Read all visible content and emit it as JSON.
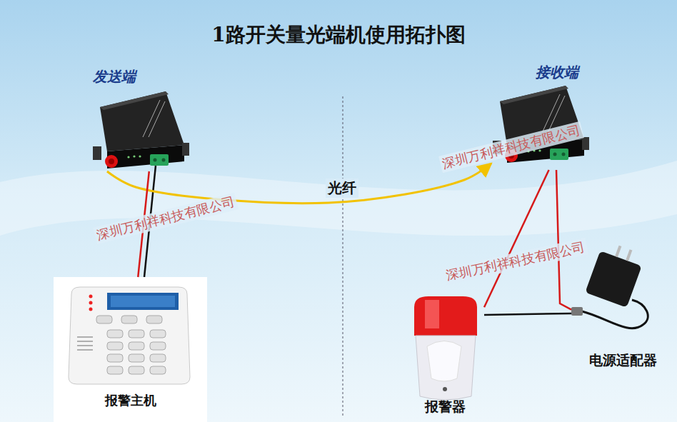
{
  "diagram": {
    "title": "1路开关量光端机使用拓扑图",
    "nodes": [
      {
        "text": [
          "发送端"
        ]
      },
      {
        "text": [
          "接收端"
        ]
      },
      {
        "text": [
          "报警主机"
        ]
      },
      {
        "text": [
          "报警器"
        ]
      },
      {
        "text": [
          "电源适配器"
        ]
      }
    ],
    "edges": [
      {
        "from": 0,
        "to": 1,
        "arrow": "to",
        "label": "光纤"
      },
      {
        "from": 2,
        "to": 0,
        "arrow": "none"
      },
      {
        "from": 1,
        "to": 3,
        "arrow": "none"
      },
      {
        "from": 1,
        "to": 4,
        "arrow": "none"
      },
      {
        "from": 3,
        "to": 4,
        "arrow": "none"
      }
    ],
    "labels": [
      "深圳万利祥科技有限公司",
      "深圳万利祥科技有限公司",
      "深圳万利祥科技有限公司"
    ]
  }
}
